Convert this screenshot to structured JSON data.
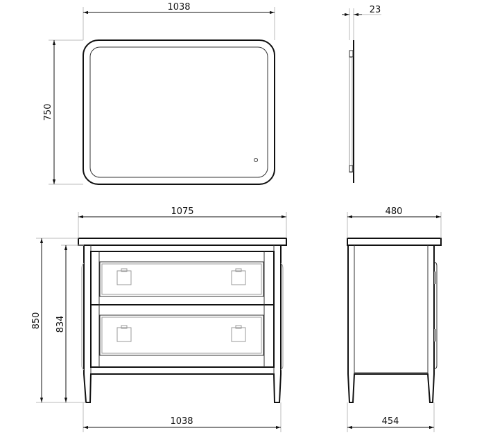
{
  "mirror_front": {
    "width_label": "1038",
    "height_label": "750"
  },
  "mirror_side": {
    "depth_label": "23"
  },
  "cabinet_front": {
    "top_width_label": "1075",
    "body_width_label": "1038",
    "total_height_label": "850",
    "body_height_label": "834"
  },
  "cabinet_side": {
    "top_depth_label": "480",
    "body_depth_label": "454"
  }
}
